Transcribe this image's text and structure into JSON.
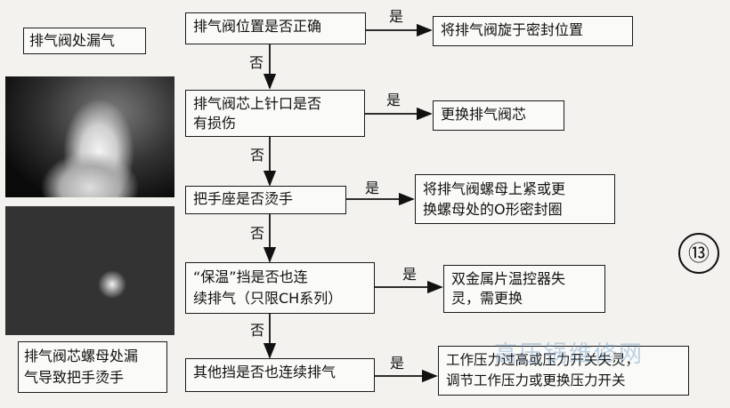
{
  "callouts": {
    "top": "排气阀处漏气",
    "bottom_line1": "排气阀芯螺母处漏",
    "bottom_line2": "气导致把手烫手"
  },
  "questions": [
    {
      "lines": [
        "排气阀位置是否正确"
      ]
    },
    {
      "lines": [
        "排气阀芯上针口是否",
        "有损伤"
      ]
    },
    {
      "lines": [
        "把手座是否烫手"
      ]
    },
    {
      "lines": [
        "“保温”挡是否也连",
        "续排气（只限CH系列）"
      ]
    },
    {
      "lines": [
        "其他挡是否也连续排气"
      ]
    }
  ],
  "actions": [
    {
      "lines": [
        "将排气阀旋于密封位置"
      ]
    },
    {
      "lines": [
        "更换排气阀芯"
      ]
    },
    {
      "lines": [
        "将排气阀螺母上紧或更",
        "换螺母处的O形密封圈"
      ]
    },
    {
      "lines": [
        "双金属片温控器失",
        "灵，需更换"
      ]
    },
    {
      "lines": [
        "工作压力过高或压力开关失灵，",
        "调节工作压力或更换压力开关"
      ]
    }
  ],
  "branch_labels": {
    "yes": "是",
    "no": "否"
  },
  "figure_number": "⑬",
  "watermark": "高压锅维修网"
}
